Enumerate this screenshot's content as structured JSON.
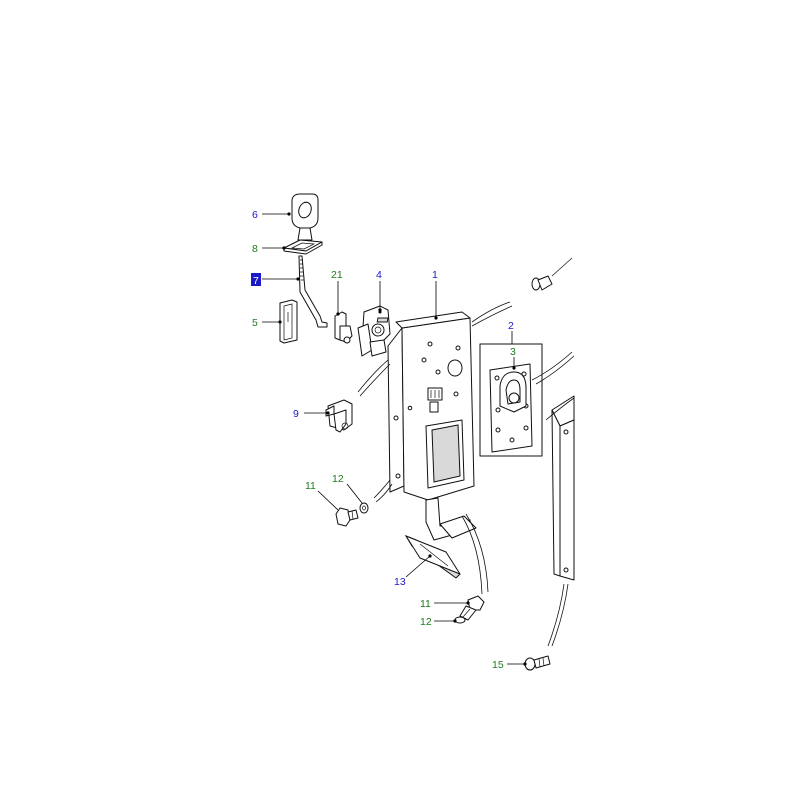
{
  "callout_colors": {
    "blue": "#1a1ac8",
    "green": "#1f7a1f",
    "highlight_bg": "#1a1ac8",
    "highlight_text": "#ffffff"
  },
  "callouts": [
    {
      "id": "c6",
      "label": "6",
      "color": "blue"
    },
    {
      "id": "c8",
      "label": "8",
      "color": "green"
    },
    {
      "id": "c7",
      "label": "7",
      "color": "highlight"
    },
    {
      "id": "c5",
      "label": "5",
      "color": "green"
    },
    {
      "id": "c21",
      "label": "21",
      "color": "green"
    },
    {
      "id": "c4",
      "label": "4",
      "color": "blue"
    },
    {
      "id": "c1",
      "label": "1",
      "color": "blue"
    },
    {
      "id": "c2",
      "label": "2",
      "color": "blue"
    },
    {
      "id": "c3",
      "label": "3",
      "color": "green"
    },
    {
      "id": "c9",
      "label": "9",
      "color": "blue"
    },
    {
      "id": "c11a",
      "label": "11",
      "color": "green"
    },
    {
      "id": "c12a",
      "label": "12",
      "color": "green"
    },
    {
      "id": "c13",
      "label": "13",
      "color": "blue"
    },
    {
      "id": "c11b",
      "label": "11",
      "color": "green"
    },
    {
      "id": "c12b",
      "label": "12",
      "color": "green"
    },
    {
      "id": "c15",
      "label": "15",
      "color": "green"
    }
  ]
}
